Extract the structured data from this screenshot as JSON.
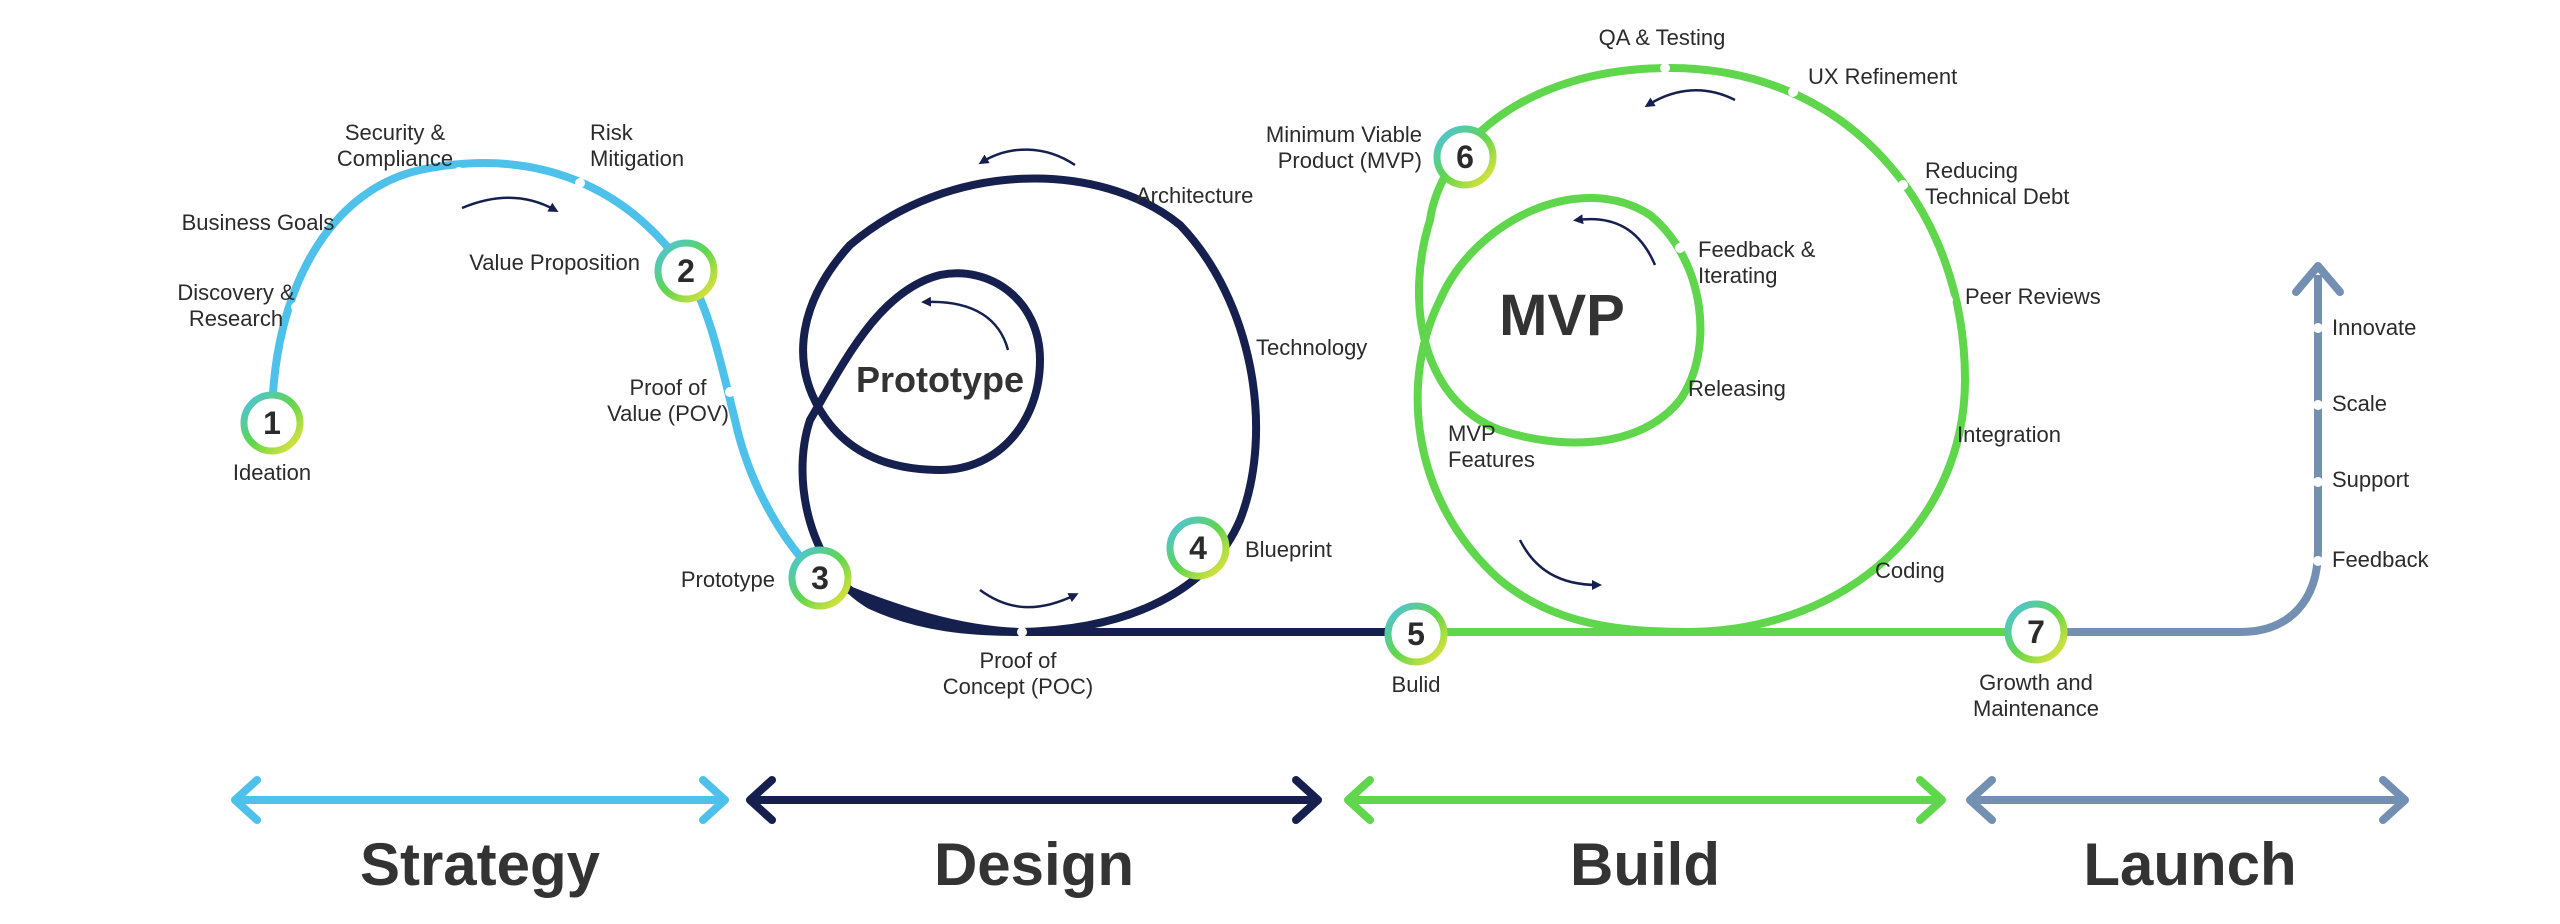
{
  "colors": {
    "strategy": "#4ec1ea",
    "design": "#16204f",
    "build": "#5fd64c",
    "launch": "#7390b2",
    "text": "#2b2b2b"
  },
  "milestones": [
    {
      "number": "1",
      "label": [
        "Ideation"
      ]
    },
    {
      "number": "2",
      "label": [
        "Value Proposition"
      ]
    },
    {
      "number": "3",
      "label": [
        "Prototype"
      ]
    },
    {
      "number": "4",
      "label": [
        "Blueprint"
      ]
    },
    {
      "number": "5",
      "label": [
        "Bulid"
      ]
    },
    {
      "number": "6",
      "label": [
        "Minimum Viable",
        "Product (MVP)"
      ]
    },
    {
      "number": "7",
      "label": [
        "Growth and",
        "Maintenance"
      ]
    }
  ],
  "strategy_steps": [
    [
      "Discovery &",
      "Research"
    ],
    [
      "Business Goals"
    ],
    [
      "Security &",
      "Compliance"
    ],
    [
      "Risk",
      "Mitigation"
    ],
    [
      "Proof of",
      "Value (POV)"
    ]
  ],
  "design_steps": [
    [
      "Architecture"
    ],
    [
      "Technology"
    ],
    [
      "Proof of",
      "Concept (POC)"
    ]
  ],
  "build_steps": [
    [
      "QA & Testing"
    ],
    [
      "UX Refinement"
    ],
    [
      "Reducing",
      "Technical Debt"
    ],
    [
      "Peer Reviews"
    ],
    [
      "Integration"
    ],
    [
      "Coding"
    ],
    [
      "Feedback &",
      "Iterating"
    ],
    [
      "Releasing"
    ],
    [
      "MVP",
      "Features"
    ]
  ],
  "launch_steps": [
    "Innovate",
    "Scale",
    "Support",
    "Feedback"
  ],
  "loop_titles": {
    "prototype": "Prototype",
    "mvp": "MVP"
  },
  "phases": [
    "Strategy",
    "Design",
    "Build",
    "Launch"
  ]
}
